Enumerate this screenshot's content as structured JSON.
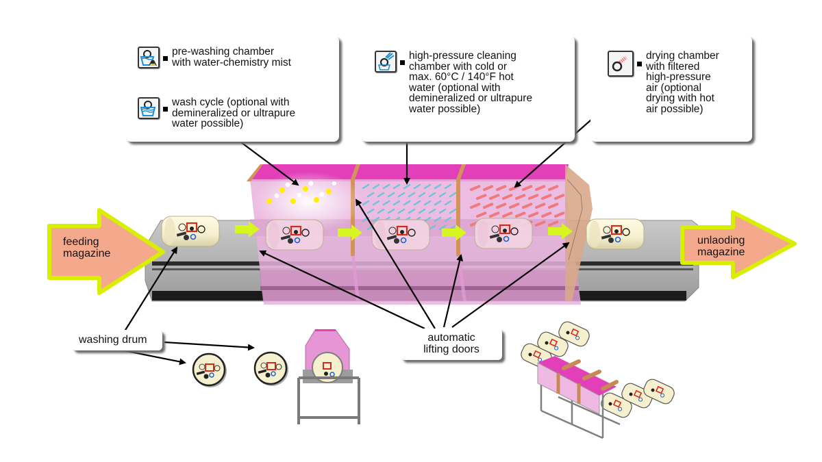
{
  "callouts": {
    "prewash": {
      "text": "pre-washing chamber\nwith water-chemistry mist",
      "icon": "prewash-chemistry-icon"
    },
    "wash": {
      "text": "wash cycle (optional with\ndemineralized or ultrapure\nwater possible)",
      "icon": "wash-cycle-icon"
    },
    "highpressure": {
      "text": "high-pressure cleaning\nchamber with cold or\nmax. 60°C / 140°F hot\nwater (optional with\ndemineralized or ultrapure\nwater possible)",
      "icon": "high-pressure-spray-icon"
    },
    "drying": {
      "text": "drying chamber\nwith filtered\nhigh-pressure\nair (optional\ndrying with hot\nair possible)",
      "icon": "drying-air-icon"
    }
  },
  "arrows": {
    "feeding": "feeding\nmagazine",
    "unloading": "unlaoding\nmagazine"
  },
  "labels": {
    "washing_drum": "washing drum",
    "lifting_doors": "automatic\nlifting doors"
  },
  "colors": {
    "chamber_top": "#e23fb8",
    "chamber_body": "#e9b2dd",
    "door_frame": "#d4935a",
    "arrow_fill": "#f4a98c",
    "arrow_border": "#d8f000",
    "flow_arrow": "#d7f51e",
    "drum_fill": "#f6f0cf",
    "conveyor": "#bdbdbd",
    "water_icon": "#1a8fd6"
  }
}
